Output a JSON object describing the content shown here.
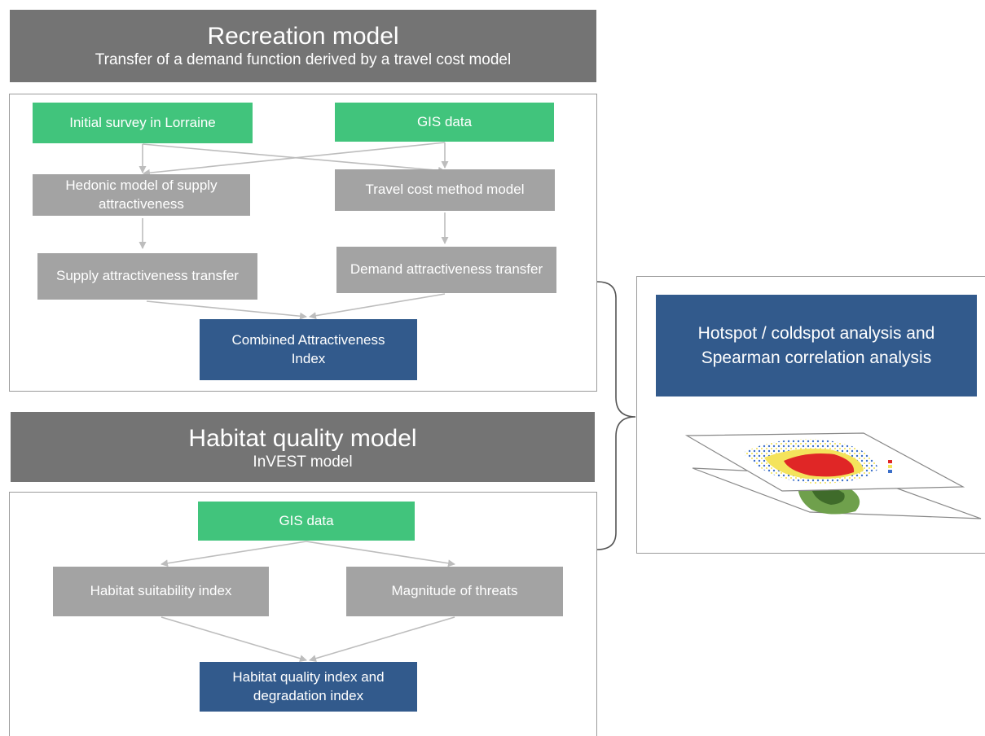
{
  "recreation": {
    "title": "Recreation model",
    "subtitle": "Transfer of a demand function derived by a travel cost model",
    "nodes": {
      "initial_survey": "Initial survey in Lorraine",
      "gis_data": "GIS data",
      "hedonic_model": "Hedonic model of supply attractiveness",
      "travel_cost_model": "Travel cost method model",
      "supply_transfer": "Supply  attractiveness transfer",
      "demand_transfer": "Demand attractiveness transfer",
      "combined_index": "Combined  Attractiveness Index"
    }
  },
  "habitat": {
    "title": "Habitat quality model",
    "subtitle": "InVEST model",
    "nodes": {
      "gis_data": "GIS data",
      "suitability_index": "Habitat suitability index",
      "magnitude_threats": "Magnitude  of threats",
      "quality_index": "Habitat quality index and degradation index"
    }
  },
  "analysis": {
    "title": "Hotspot / coldspot analysis and Spearman correlation analysis"
  },
  "colors": {
    "header_gray": "#747474",
    "input_green": "#41c47c",
    "process_gray": "#a3a3a3",
    "output_blue": "#325a8c",
    "arrow_gray": "#bdbdbd"
  },
  "icons": [
    "arrow-icon",
    "curly-brace-icon",
    "map-layers-icon"
  ]
}
